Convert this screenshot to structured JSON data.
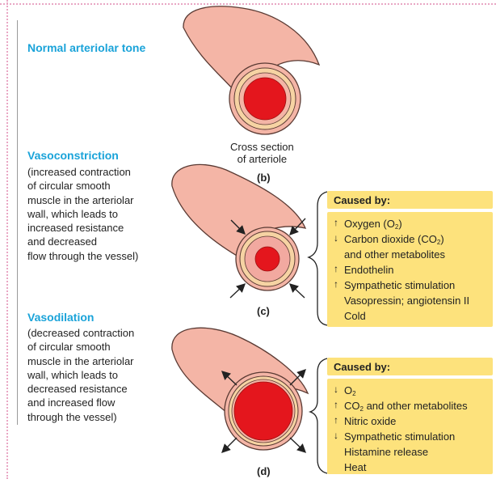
{
  "sections": {
    "normal": {
      "heading": "Normal arteriolar tone"
    },
    "vasoconstriction": {
      "heading": "Vasoconstriction",
      "lines": [
        "(increased contraction",
        "of circular smooth",
        "muscle in the arteriolar",
        "wall, which leads to",
        "increased resistance",
        "and decreased",
        "flow through the vessel)"
      ]
    },
    "vasodilation": {
      "heading": "Vasodilation",
      "lines": [
        "(decreased contraction",
        "of circular smooth",
        "muscle in the arteriolar",
        "wall, which leads to",
        "decreased resistance",
        "and increased flow",
        "through the vessel)"
      ]
    }
  },
  "caption": {
    "line1": "Cross section",
    "line2": "of arteriole"
  },
  "labels": {
    "b": "(b)",
    "c": "(c)",
    "d": "(d)"
  },
  "constriction_box": {
    "title": "Caused by:",
    "items": [
      {
        "arrow": "↑",
        "text": "Oxygen (O",
        "sub": "2",
        "after": ")"
      },
      {
        "arrow": "↓",
        "text": "Carbon dioxide (CO",
        "sub": "2",
        "after": ")"
      },
      {
        "arrow": "",
        "text": "and other metabolites",
        "sub": "",
        "after": ""
      },
      {
        "arrow": "↑",
        "text": "Endothelin",
        "sub": "",
        "after": ""
      },
      {
        "arrow": "↑",
        "text": "Sympathetic stimulation",
        "sub": "",
        "after": ""
      },
      {
        "arrow": "",
        "text": "Vasopressin; angiotensin II",
        "sub": "",
        "after": ""
      },
      {
        "arrow": "",
        "text": "Cold",
        "sub": "",
        "after": ""
      }
    ]
  },
  "dilation_box": {
    "title": "Caused by:",
    "items": [
      {
        "arrow": "↓",
        "text": "O",
        "sub": "2",
        "after": ""
      },
      {
        "arrow": "↑",
        "text": "CO",
        "sub": "2",
        "after": " and other metabolites"
      },
      {
        "arrow": "↑",
        "text": "Nitric oxide",
        "sub": "",
        "after": ""
      },
      {
        "arrow": "↓",
        "text": "Sympathetic stimulation",
        "sub": "",
        "after": ""
      },
      {
        "arrow": "",
        "text": "Histamine release",
        "sub": "",
        "after": ""
      },
      {
        "arrow": "",
        "text": "Heat",
        "sub": "",
        "after": ""
      }
    ]
  },
  "colors": {
    "heading": "#1aa3d9",
    "vessel": "#f4b5a6",
    "vessel_outline": "#5a3a33",
    "wall_ring": "#f6d3a3",
    "lumen": "#e4161d",
    "box": "#fde27c"
  }
}
